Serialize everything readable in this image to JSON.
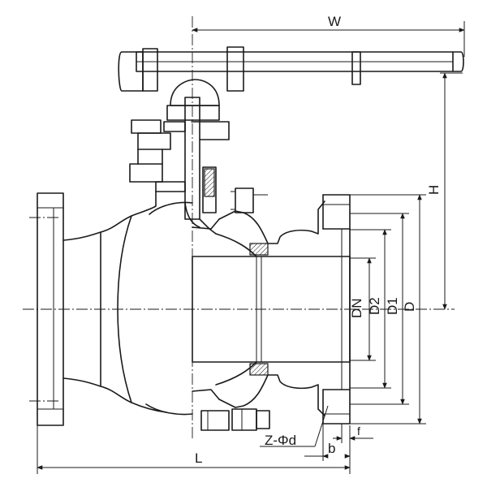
{
  "diagram": {
    "labels": {
      "W": "W",
      "H": "H",
      "DN": "DN",
      "D2": "D2",
      "D1": "D1",
      "D": "D",
      "L": "L",
      "b": "b",
      "f": "f",
      "holes": "Z-Φd"
    }
  }
}
